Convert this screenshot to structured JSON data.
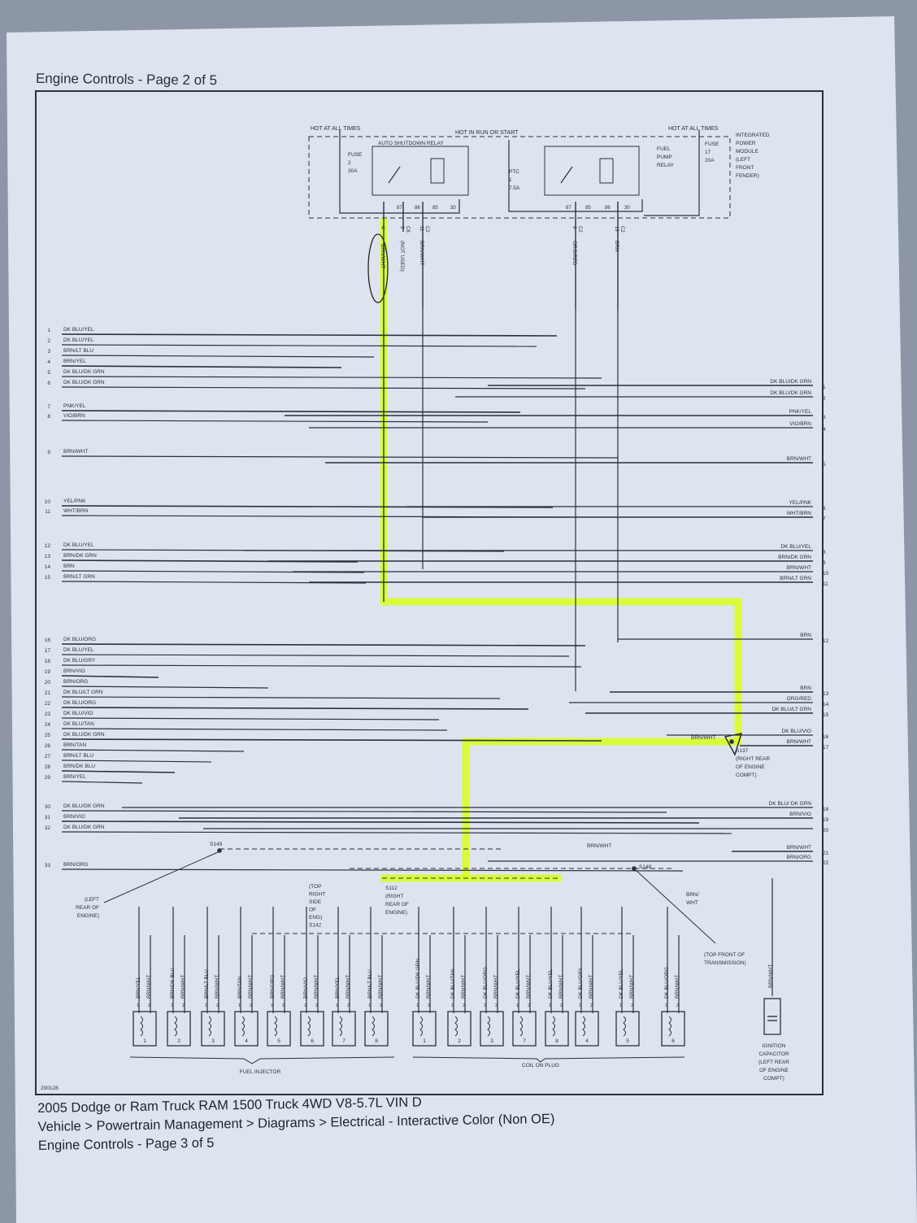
{
  "page_header": "Engine Controls - Page 2 of 5",
  "top_module": {
    "hot_at_all_times_left": "HOT AT ALL TIMES",
    "hot_in_run_or_start": "HOT IN RUN OR START",
    "hot_at_all_times_right": "HOT AT ALL TIMES",
    "asd_relay": "AUTO SHUTDOWN RELAY",
    "fuse2": [
      "FUSE",
      "2",
      "30A"
    ],
    "ptc": [
      "PTC",
      "1",
      "7.5A"
    ],
    "fuel_pump_relay": [
      "FUEL",
      "PUMP",
      "RELAY"
    ],
    "fuse17": [
      "FUSE",
      "17",
      "20A"
    ],
    "ipm": [
      "INTEGRATED",
      "POWER",
      "MODULE",
      "(LEFT",
      "FRONT",
      "FENDER)"
    ],
    "asd_pins": [
      "87",
      "86",
      "85",
      "30"
    ],
    "fp_pins": [
      "87",
      "85",
      "86",
      "30"
    ],
    "outputs": [
      {
        "pin": "4",
        "conn": "",
        "wire": "BRN/WHT"
      },
      {
        "pin": "3",
        "conn": "C8",
        "wire": "(NOT USED)"
      },
      {
        "pin": "11",
        "conn": "C2",
        "wire": "BRN/WHT"
      },
      {
        "pin": "9",
        "conn": "C2",
        "wire": "ORG/RED"
      },
      {
        "pin": "19",
        "conn": "C2",
        "wire": "BRN"
      }
    ]
  },
  "left_wires": [
    {
      "n": "1",
      "label": "DK BLU/YEL"
    },
    {
      "n": "2",
      "label": "DK BLU/YEL"
    },
    {
      "n": "3",
      "label": "BRN/LT BLU"
    },
    {
      "n": "4",
      "label": "BRN/YEL"
    },
    {
      "n": "5",
      "label": "DK BLU/DK GRN"
    },
    {
      "n": "6",
      "label": "DK BLU/DK GRN"
    },
    {
      "n": "7",
      "label": "PNK/YEL"
    },
    {
      "n": "8",
      "label": "VIO/BRN"
    },
    {
      "n": "9",
      "label": "BRN/WHT"
    },
    {
      "n": "10",
      "label": "YEL/PNK"
    },
    {
      "n": "11",
      "label": "WHT/BRN"
    },
    {
      "n": "12",
      "label": "DK BLU/YEL"
    },
    {
      "n": "13",
      "label": "BRN/DK GRN"
    },
    {
      "n": "14",
      "label": "BRN"
    },
    {
      "n": "15",
      "label": "BRN/LT GRN"
    },
    {
      "n": "16",
      "label": "DK BLU/ORG"
    },
    {
      "n": "17",
      "label": "DK BLU/YEL"
    },
    {
      "n": "18",
      "label": "DK BLU/GRY"
    },
    {
      "n": "19",
      "label": "BRN/VIO"
    },
    {
      "n": "20",
      "label": "BRN/ORG"
    },
    {
      "n": "21",
      "label": "DK BLU/LT GRN"
    },
    {
      "n": "22",
      "label": "DK BLU/ORG"
    },
    {
      "n": "23",
      "label": "DK BLU/VIO"
    },
    {
      "n": "24",
      "label": "DK BLU/TAN"
    },
    {
      "n": "25",
      "label": "DK BLU/DK GRN"
    },
    {
      "n": "26",
      "label": "BRN/TAN"
    },
    {
      "n": "27",
      "label": "BRN/LT BLU"
    },
    {
      "n": "28",
      "label": "BRN/DK BLU"
    },
    {
      "n": "29",
      "label": "BRN/YEL"
    },
    {
      "n": "30",
      "label": "DK BLU/DK GRN"
    },
    {
      "n": "31",
      "label": "BRN/VIO"
    },
    {
      "n": "32",
      "label": "DK BLU/DK GRN"
    },
    {
      "n": "33",
      "label": "BRN/ORG"
    }
  ],
  "right_wires": [
    {
      "n": "1",
      "label": "DK BLU/DK GRN"
    },
    {
      "n": "2",
      "label": "DK BLU/DK GRN"
    },
    {
      "n": "3",
      "label": "PNK/YEL"
    },
    {
      "n": "4",
      "label": "VIO/BRN"
    },
    {
      "n": "5",
      "label": "BRN/WHT"
    },
    {
      "n": "6",
      "label": "YEL/PNK"
    },
    {
      "n": "7",
      "label": "WHT/BRN"
    },
    {
      "n": "8",
      "label": "DK BLU/YEL"
    },
    {
      "n": "9",
      "label": "BRN/DK GRN"
    },
    {
      "n": "10",
      "label": "BRN/WHT"
    },
    {
      "n": "11",
      "label": "BRN/LT GRN"
    },
    {
      "n": "12",
      "label": "BRN"
    },
    {
      "n": "13",
      "label": "BRN"
    },
    {
      "n": "14",
      "label": "ORG/RED"
    },
    {
      "n": "15",
      "label": "DK BLU/LT GRN"
    },
    {
      "n": "16",
      "label": "DK BLU/VIO"
    },
    {
      "n": "17",
      "label": "BRN/WHT"
    },
    {
      "n": "18",
      "label": "DK BLU/ DK GRN"
    },
    {
      "n": "19",
      "label": "BRN/VIO"
    },
    {
      "n": "20",
      "label": ""
    },
    {
      "n": "21",
      "label": "BRN/WHT"
    },
    {
      "n": "22",
      "label": "BRN/ORG"
    }
  ],
  "splices": {
    "s137": [
      "S137",
      "(RIGHT REAR",
      "OF ENGINE",
      "COMPT)"
    ],
    "s137_wire": "BRN/WHT",
    "s149": "S149",
    "s149_loc": [
      "(LEFT",
      "REAR OF",
      "ENGINE)"
    ],
    "s142": [
      "(TOP",
      "RIGHT",
      "SIDE",
      "OF",
      "ENG)",
      "S142"
    ],
    "s112": [
      "S112",
      "(RIGHT",
      "REAR OF",
      "ENGINE)"
    ],
    "s148": "S148",
    "s148_wire_top": "BRN/WHT",
    "s148_wire_side": [
      "BRN/",
      "WHT"
    ],
    "s148_loc": [
      "(TOP FRONT OF",
      "TRANSMISSION)"
    ]
  },
  "fuel_injectors": {
    "group_label": "FUEL INJECTOR",
    "items": [
      {
        "num": "1",
        "w1": "BRN/YEL",
        "w2": "BRN/WHT"
      },
      {
        "num": "2",
        "w1": "BRN/DK BLU",
        "w2": "BRN/WHT"
      },
      {
        "num": "3",
        "w1": "BRN/LT BLU",
        "w2": "BRN/WHT"
      },
      {
        "num": "4",
        "w1": "BRN/TAN",
        "w2": "BRN/WHT"
      },
      {
        "num": "5",
        "w1": "BRN/ORG",
        "w2": "BRN/WHT"
      },
      {
        "num": "6",
        "w1": "BRN/VIO",
        "w2": "BRN/WHT"
      },
      {
        "num": "7",
        "w1": "BRN/YEL",
        "w2": "BRN/WHT"
      },
      {
        "num": "8",
        "w1": "BRN/LT BLU",
        "w2": "BRN/WHT"
      }
    ]
  },
  "coils": {
    "group_label": "COIL ON PLUG",
    "items": [
      {
        "num": "1",
        "w1": "DK BLU/DK GRN",
        "w2": "BRN/WHT"
      },
      {
        "num": "2",
        "w1": "DK BLU/TAN",
        "w2": "BRN/WHT"
      },
      {
        "num": "3",
        "w1": "DK BLU/ORG",
        "w2": "BRN/WHT"
      },
      {
        "num": "7",
        "w1": "DK BLU/YEL",
        "w2": "BRN/WHT"
      },
      {
        "num": "8",
        "w1": "DK BLU/YEL",
        "w2": "BRN/WHT"
      },
      {
        "num": "4",
        "w1": "DK BLU/GRY",
        "w2": "BRN/WHT"
      },
      {
        "num": "5",
        "w1": "DK BLU/YEL",
        "w2": "BRN/WHT"
      },
      {
        "num": "6",
        "w1": "DK BLU/ORG",
        "w2": "BRN/WHT"
      }
    ]
  },
  "capacitor": {
    "wire": "BRN/WHT",
    "label": [
      "IGNITION",
      "CAPACITOR",
      "(LEFT REAR",
      "OF ENGINE",
      "COMPT)"
    ]
  },
  "pin_labels": [
    "1",
    "2"
  ],
  "diagram_id": "200128",
  "footer": {
    "line1": "2005 Dodge or Ram Truck RAM 1500 Truck 4WD V8-5.7L VIN D",
    "line2": "Vehicle > Powertrain Management > Diagrams > Electrical - Interactive Color (Non OE)",
    "line3": "Engine Controls - Page 3 of 5"
  },
  "colors": {
    "highlight": "#d8ff1a",
    "ink": "#2a3040",
    "paper": "#dfe6f2",
    "background": "#8d96a6"
  }
}
